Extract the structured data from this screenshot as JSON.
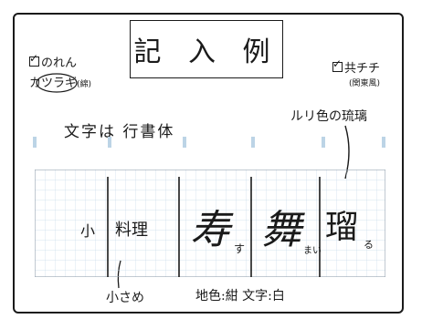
{
  "title": "記 入 例",
  "options_left": {
    "checkbox_label": "のれん",
    "fabric_prefix": "カ",
    "fabric_circled": "ツラギ",
    "fabric_note": "(綿)"
  },
  "options_right": {
    "checkbox_label": "共チチ",
    "sub_label": "(関東風)"
  },
  "notes": {
    "font_style": "文字は 行書体",
    "color_note": "ルリ色の琉璃",
    "small_text_note": "小さめ",
    "color_spec": "地色:紺 文字:白"
  },
  "panels": [
    {
      "main": "小",
      "second": "料理",
      "sub": ""
    },
    {
      "main": "寿",
      "second": "",
      "sub": "す"
    },
    {
      "main": "舞",
      "second": "",
      "sub": "まい"
    },
    {
      "main": "瑠",
      "second": "",
      "sub": "る"
    }
  ],
  "colors": {
    "ink": "#1a1a1a",
    "grid": "#c8dcea",
    "tick": "#bcd4e6"
  }
}
